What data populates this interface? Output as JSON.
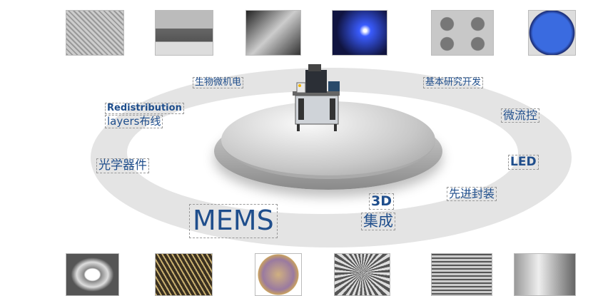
{
  "labels": {
    "bio_mems": "生物微机电",
    "basic_research": "基本研究开发",
    "rdl_line1": "Redistribution",
    "rdl_line2": "layers布线",
    "microfluidics": "微流控",
    "optics": "光学器件",
    "led": "LED",
    "advanced_packaging": "先进封装",
    "integration_3d_line1": "3D",
    "integration_3d_line2": "集成",
    "mems": "MEMS"
  },
  "colors": {
    "text": "#1f4e8c",
    "ring": "#e4e4e4"
  },
  "photos_top": [
    "sem-hole-array",
    "sem-cross-section",
    "sem-cantilever",
    "blue-laser-wafer",
    "octagon-pads",
    "blue-wafer-dots"
  ],
  "photos_bottom": [
    "sem-gear-ring",
    "sem-pillar-array",
    "rainbow-wafer",
    "sem-radial-pattern",
    "sem-bar-groups",
    "sem-structure"
  ]
}
